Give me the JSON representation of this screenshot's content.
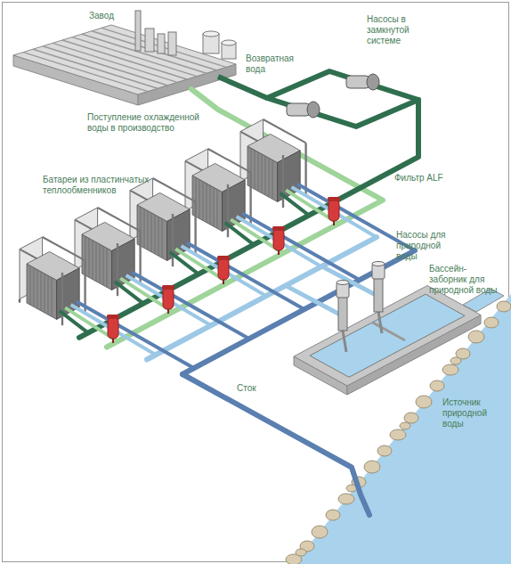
{
  "diagram": {
    "labels": [
      "Завод",
      "Возвратная вода",
      "Насосы в замкнутой системе",
      "Поступление охлажденной воды в производство",
      "Батареи из пластинчатых теплообменников",
      "Фильтр ALF",
      "Насосы для природной воды",
      "Бассейн-заборник для природной воды",
      "Сток",
      "Источник природной воды"
    ]
  }
}
